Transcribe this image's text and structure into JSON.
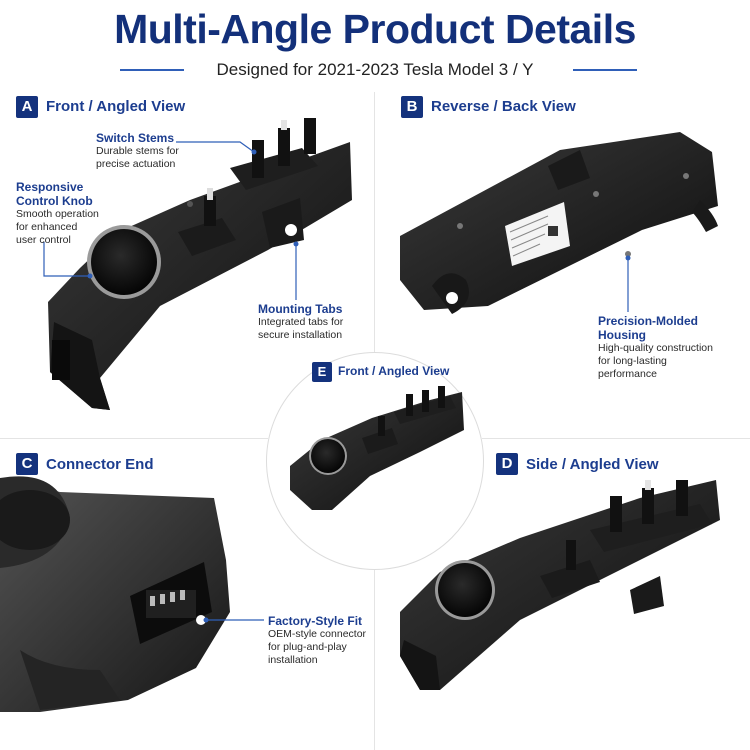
{
  "header": {
    "title": "Multi-Angle Product Details",
    "subtitle": "Designed for 2021-2023 Tesla Model 3 / Y"
  },
  "colors": {
    "navy": "#14327d",
    "accent": "#1c3d8f",
    "line": "#2f5fb8"
  },
  "sections": {
    "a": {
      "letter": "A",
      "title": "Front / Angled View"
    },
    "b": {
      "letter": "B",
      "title": "Reverse / Back View"
    },
    "c": {
      "letter": "C",
      "title": "Connector End"
    },
    "d": {
      "letter": "D",
      "title": "Side / Angled View"
    },
    "e": {
      "letter": "E",
      "title": "Front / Angled View"
    }
  },
  "callouts": {
    "switch_stems": {
      "title": "Switch Stems",
      "body": [
        "Durable stems for",
        "precise actuation"
      ]
    },
    "control_knob": {
      "title": [
        "Responsive",
        "Control Knob"
      ],
      "body": [
        "Smooth operation",
        "for enhanced",
        "user control"
      ]
    },
    "mounting_tabs": {
      "title": "Mounting Tabs",
      "body": [
        "Integrated tabs for",
        "secure installation"
      ]
    },
    "housing": {
      "title": [
        "Precision-Molded",
        "Housing"
      ],
      "body": [
        "High-quality construction",
        "for long-lasting",
        "performance"
      ]
    },
    "factory_fit": {
      "title": "Factory-Style Fit",
      "body": [
        "OEM-style connector",
        "for plug-and-play",
        "installation"
      ]
    }
  }
}
